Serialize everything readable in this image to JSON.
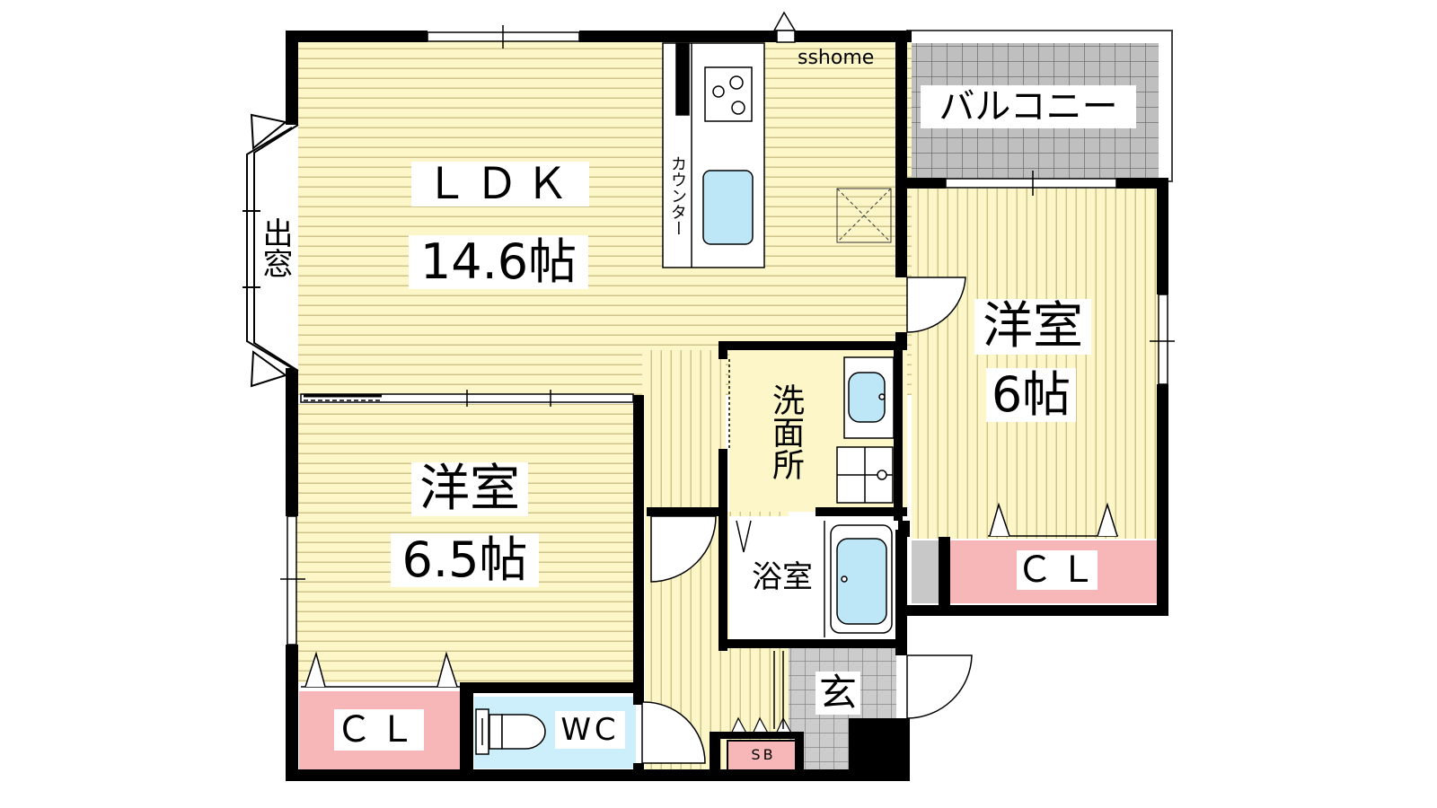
{
  "watermark": "sshome",
  "rooms": {
    "ldk": {
      "name": "ＬＤＫ",
      "size": "14.6帖"
    },
    "western_left": {
      "name": "洋室",
      "size": "6.5帖"
    },
    "western_right": {
      "name": "洋室",
      "size": "6帖"
    },
    "balcony": {
      "name": "バルコニー"
    },
    "washroom": {
      "name": "洗面所"
    },
    "bathroom": {
      "name": "浴室"
    },
    "entrance": {
      "name": "玄"
    },
    "wc": {
      "name": "WC"
    },
    "closet_left": {
      "name": "ＣＬ"
    },
    "closet_right": {
      "name": "ＣＬ"
    },
    "shoe_box": {
      "name": "SB"
    }
  },
  "labels": {
    "bay_window": "出窓",
    "counter": "カウンター"
  },
  "colors": {
    "floor_wood": "#fdf6c9",
    "floor_stripe": "#cfc58a",
    "wall": "#000000",
    "balcony_tile": "#bfbfbf",
    "closet_pink": "#f7b6b7",
    "wc_blue": "#cdeefb",
    "fixture_blue": "#bde6f7",
    "washroom_yellow": "#fdf6c9",
    "closet_gray": "#c8c8c8",
    "entrance_gray": "#cccccc"
  }
}
